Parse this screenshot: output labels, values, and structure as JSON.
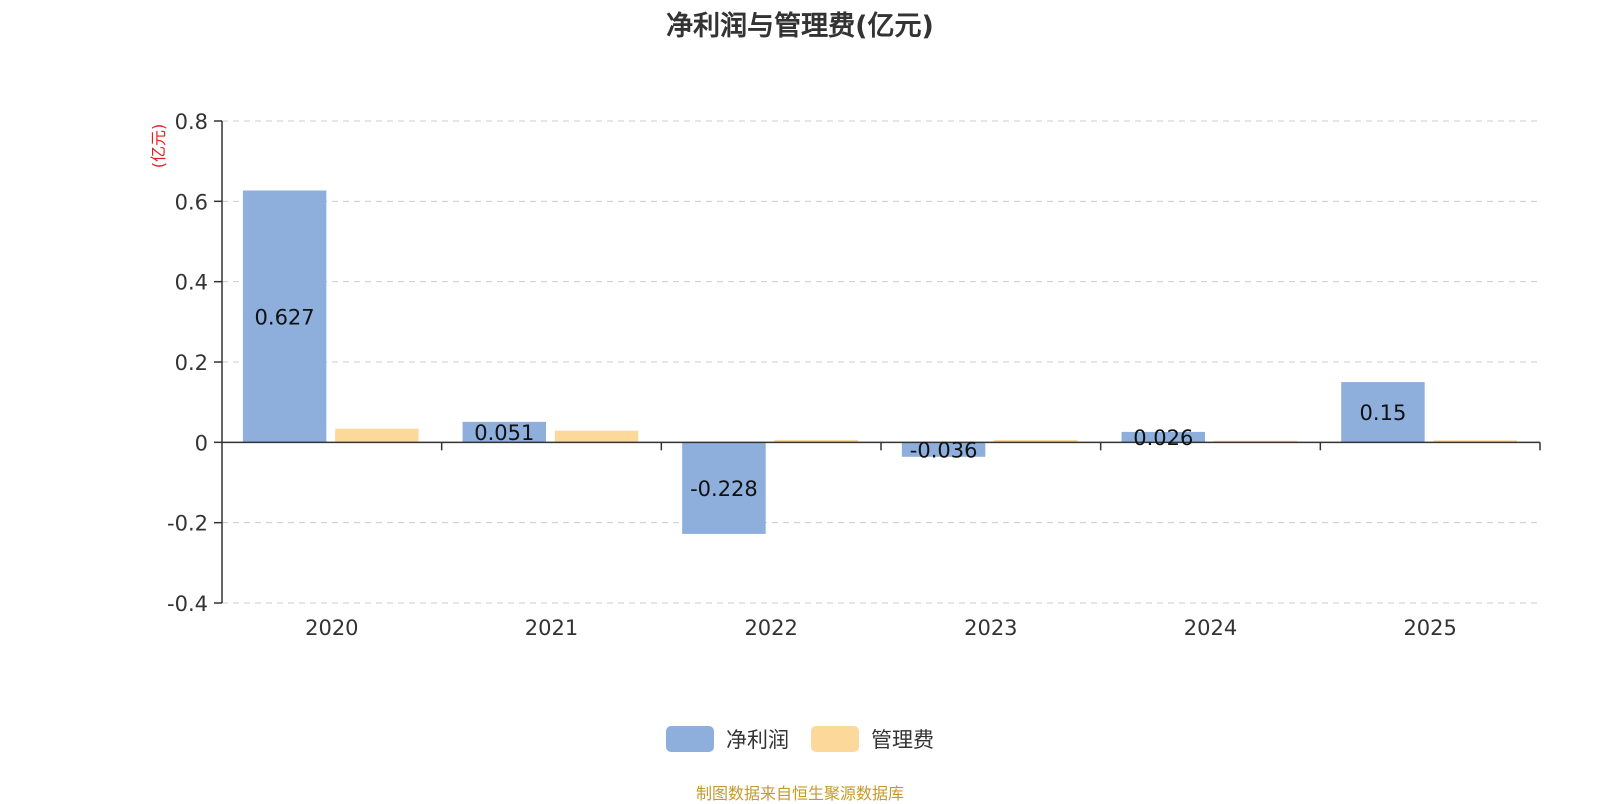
{
  "chart_data": {
    "type": "bar",
    "title": "净利润与管理费(亿元)",
    "ylabel": "(亿元)",
    "categories": [
      "2020",
      "2021",
      "2022",
      "2023",
      "2024",
      "2025"
    ],
    "series": [
      {
        "name": "净利润",
        "color": "#8eaedb",
        "values": [
          0.627,
          0.051,
          -0.228,
          -0.036,
          0.026,
          0.15
        ],
        "labels": [
          "0.627",
          "0.051",
          "-0.228",
          "-0.036",
          "0.026",
          "0.15"
        ]
      },
      {
        "name": "管理费",
        "color": "#fdd89b",
        "values": [
          0.034,
          0.029,
          0.006,
          0.006,
          0.004,
          0.005
        ]
      }
    ],
    "ylim": [
      -0.4,
      0.8
    ],
    "yticks": [
      -0.4,
      -0.2,
      0,
      0.2,
      0.4,
      0.6,
      0.8
    ],
    "ytick_labels": [
      "-0.4",
      "-0.2",
      "0",
      "0.2",
      "0.4",
      "0.6",
      "0.8"
    ],
    "grid": true,
    "legend": "bottom-center"
  },
  "footer": {
    "source": "制图数据来自恒生聚源数据库"
  }
}
